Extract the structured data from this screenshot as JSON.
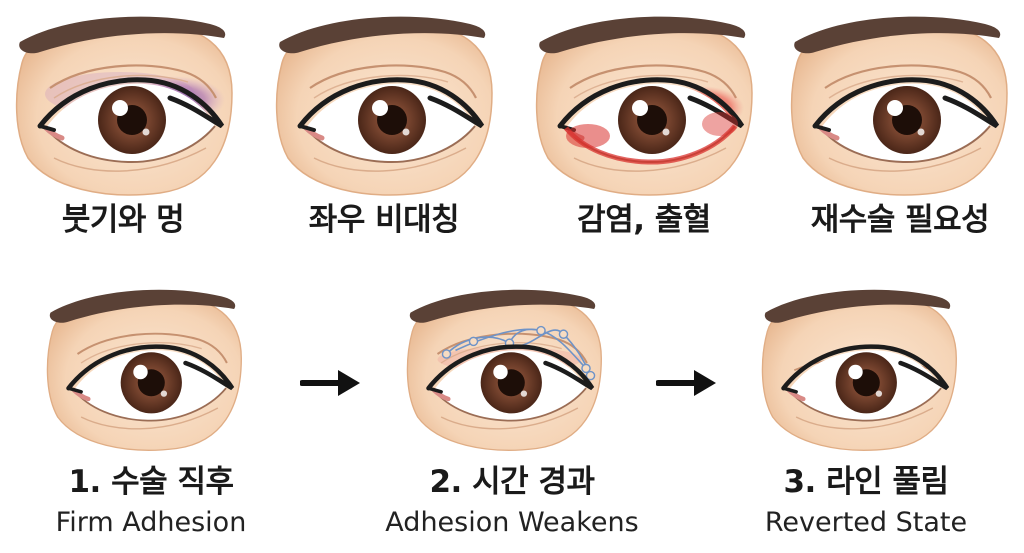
{
  "colors": {
    "skin": "#f7dcc2",
    "skin_shadow": "#e9b991",
    "outline": "#1c1c1c",
    "brow": "#5a4136",
    "iris": "#6b3a27",
    "bruise": "#7e4aa6",
    "redness": "#d9322e",
    "suture": "#6f93c7"
  },
  "top_row": [
    {
      "label": "붓기와 멍",
      "variant": "bruise"
    },
    {
      "label": "좌우 비대칭",
      "variant": "normal"
    },
    {
      "label": "감염, 출혈",
      "variant": "infection"
    },
    {
      "label": "재수술 필요성",
      "variant": "normal"
    }
  ],
  "bottom_row": [
    {
      "label_ko": "1. 수술 직후",
      "label_en": "Firm Adhesion",
      "variant": "firm"
    },
    {
      "label_ko": "2. 시간 경과",
      "label_en": "Adhesion Weakens",
      "variant": "sutures"
    },
    {
      "label_ko": "3. 라인 풀림",
      "label_en": "Reverted State",
      "variant": "reverted"
    }
  ],
  "arrows": [
    {
      "icon": "right-arrow-icon"
    },
    {
      "icon": "right-arrow-icon"
    }
  ]
}
